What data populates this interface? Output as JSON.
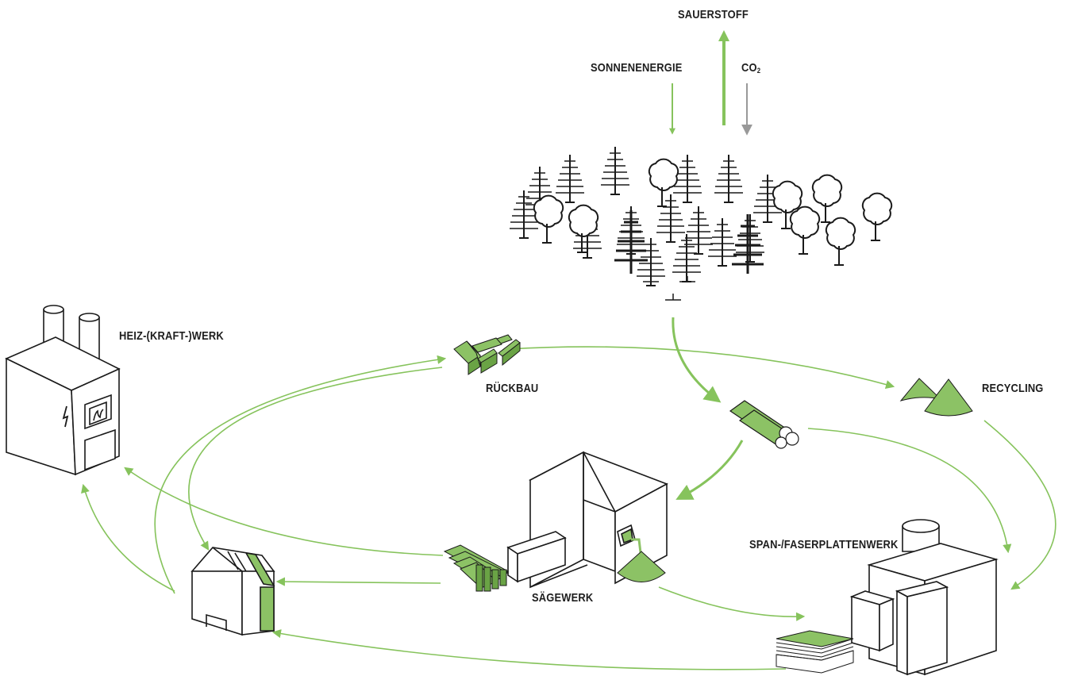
{
  "labels": {
    "oxygen": "SAUERSTOFF",
    "solar": "SONNENENERGIE",
    "co2_main": "CO",
    "co2_sub": "2",
    "power_plant": "HEIZ-(KRAFT-)WERK",
    "demolition": "RÜCKBAU",
    "recycling": "RECYCLING",
    "sawmill": "SÄGEWERK",
    "board_plant": "SPAN-/FASERPLATTENWERK"
  },
  "colors": {
    "accent_green": "#8cc265",
    "line_green": "#86c35c",
    "outline": "#1a1a1a",
    "grey_arrow": "#999999"
  }
}
